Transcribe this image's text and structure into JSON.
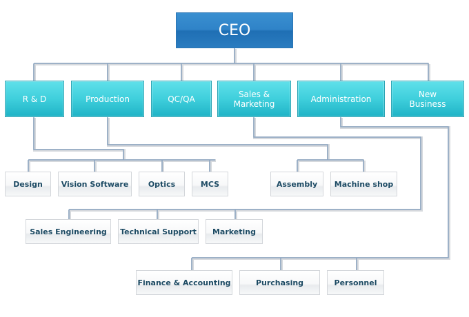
{
  "chart": {
    "title": "Organization Chart",
    "root": {
      "label": "CEO"
    },
    "departments": [
      {
        "id": "rnd",
        "label": "R & D",
        "children": [
          "Design",
          "Vision Software",
          "Optics",
          "MCS"
        ]
      },
      {
        "id": "production",
        "label": "Production",
        "children": [
          "Assembly",
          "Machine shop"
        ]
      },
      {
        "id": "qcqa",
        "label": "QC/QA",
        "children": []
      },
      {
        "id": "sales-marketing",
        "label": "Sales &\nMarketing",
        "children": [
          "Sales Engineering",
          "Technical Support",
          "Marketing"
        ]
      },
      {
        "id": "administration",
        "label": "Administration",
        "children": [
          "Finance & Accounting",
          "Purchasing",
          "Personnel"
        ]
      },
      {
        "id": "new-business",
        "label": "New\nBusiness",
        "children": []
      }
    ],
    "units": {
      "design": "Design",
      "vision_software": "Vision Software",
      "optics": "Optics",
      "mcs": "MCS",
      "assembly": "Assembly",
      "machine_shop": "Machine shop",
      "sales_engineering": "Sales Engineering",
      "technical_support": "Technical Support",
      "marketing": "Marketing",
      "finance_accounting": "Finance & Accounting",
      "purchasing": "Purchasing",
      "personnel": "Personnel"
    }
  },
  "colors": {
    "ceo_box": "#2f83c8",
    "dept_box": "#3fcfdc",
    "unit_text": "#1c4a63",
    "connector": "#8aa4c0",
    "connector_shadow": "#d6d9dd"
  }
}
